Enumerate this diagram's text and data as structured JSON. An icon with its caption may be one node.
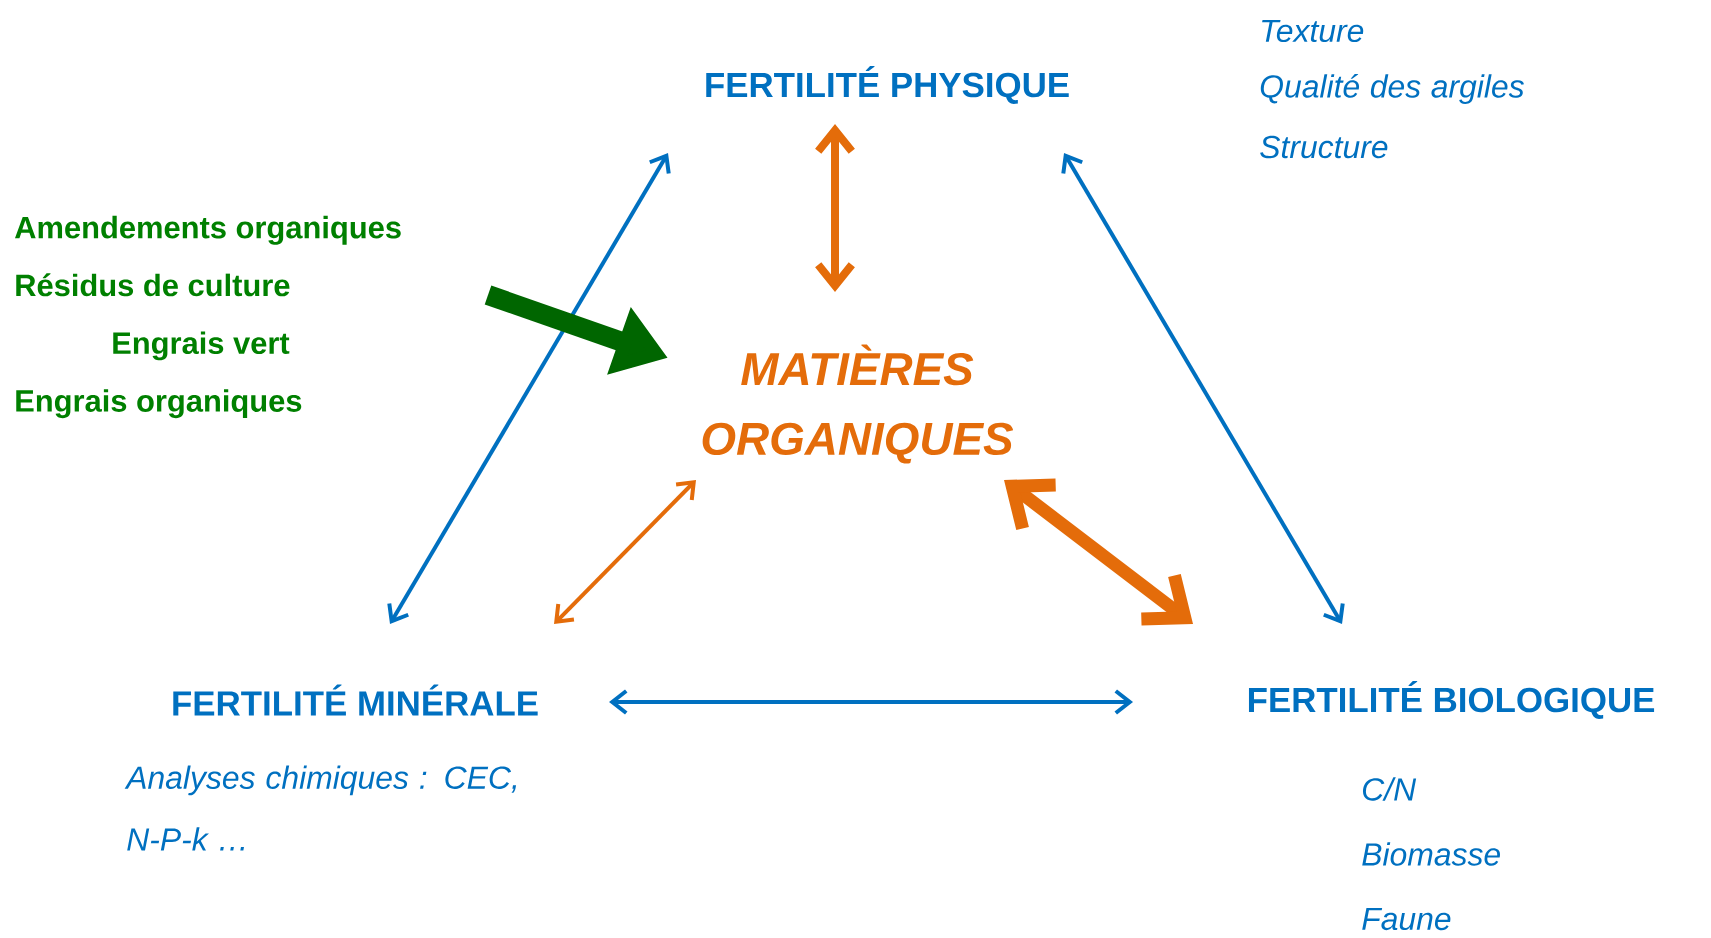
{
  "diagram": {
    "nodes": [
      {
        "text": [
          "FERTILITÉ PHYSIQUE"
        ],
        "beside": [
          "Texture",
          "Qualité des argiles",
          "Structure"
        ]
      },
      {
        "text": [
          "MATIÈRES ORGANIQUES"
        ]
      },
      {
        "text": [
          "Amendements organiques",
          "Résidus de culture",
          "Engrais vert",
          "Engrais organiques"
        ]
      },
      {
        "text": [
          "FERTILITÉ MINÉRALE"
        ],
        "beside": [
          "Analyses chimiques : CEC, N-P-k …"
        ]
      },
      {
        "text": [
          "FERTILITÉ BIOLOGIQUE"
        ],
        "beside": [
          "C/N",
          "Biomasse",
          "Faune"
        ]
      }
    ],
    "edges": [
      {
        "from": 3,
        "to": 0,
        "arrow": "both",
        "color": "#0070c0"
      },
      {
        "from": 0,
        "to": 4,
        "arrow": "both",
        "color": "#0070c0"
      },
      {
        "from": 3,
        "to": 4,
        "arrow": "both",
        "color": "#0070c0"
      },
      {
        "from": 0,
        "to": 1,
        "arrow": "both",
        "style": "thick",
        "color": "#e46c0a"
      },
      {
        "from": 1,
        "to": 3,
        "arrow": "both",
        "color": "#e46c0a"
      },
      {
        "from": 1,
        "to": 4,
        "arrow": "both",
        "style": "thick",
        "color": "#e46c0a"
      },
      {
        "from": 2,
        "to": 1,
        "arrow": "to",
        "style": "thick",
        "color": "#006600"
      }
    ]
  }
}
